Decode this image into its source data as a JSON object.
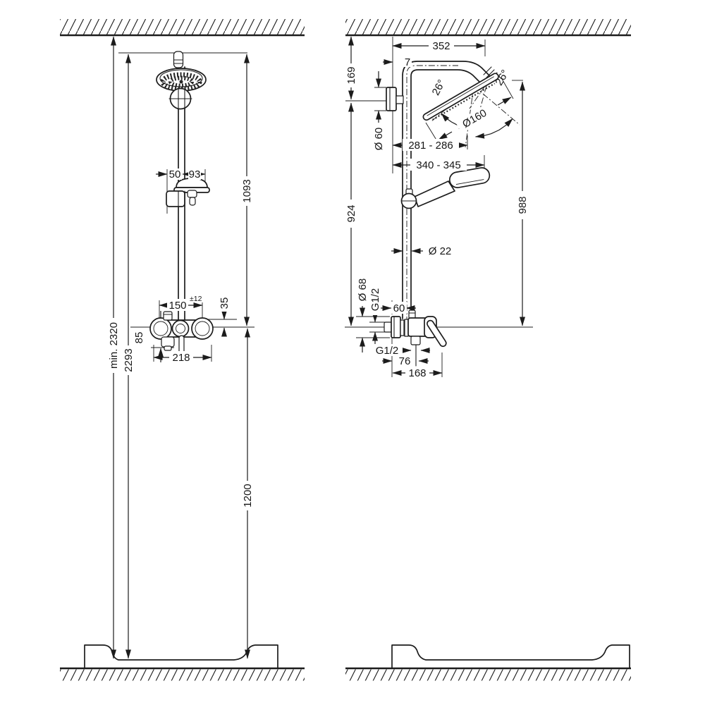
{
  "drawing": {
    "front_view": {
      "min_overall_height": "min. 2320",
      "height_2293": "2293",
      "height_1093": "1093",
      "height_1200": "1200",
      "holder_offset_left": "50",
      "holder_offset_right": "93",
      "connection_distance": "150",
      "connection_tolerance": "±12",
      "offset_35": "35",
      "offset_85": "85",
      "valve_width": "218"
    },
    "side_view": {
      "arm_projection": "352",
      "offset_7": "7",
      "ceiling_distance": "169",
      "bracket_diameter": "Ø 60",
      "head_angle_left": "26°",
      "head_angle_right": "26°",
      "head_diameter": "Ø160",
      "projection_min_max": "281 - 286",
      "projection_total": "340 - 345",
      "riser_height": "924",
      "head_height": "988",
      "pipe_diameter": "Ø 22",
      "escutcheon_diameter": "Ø 68",
      "inlet_thread": "G1/2",
      "wall_offset_60": "60",
      "outlet_thread": "G1/2",
      "outlet_offset_76": "76",
      "valve_depth_168": "168"
    }
  }
}
